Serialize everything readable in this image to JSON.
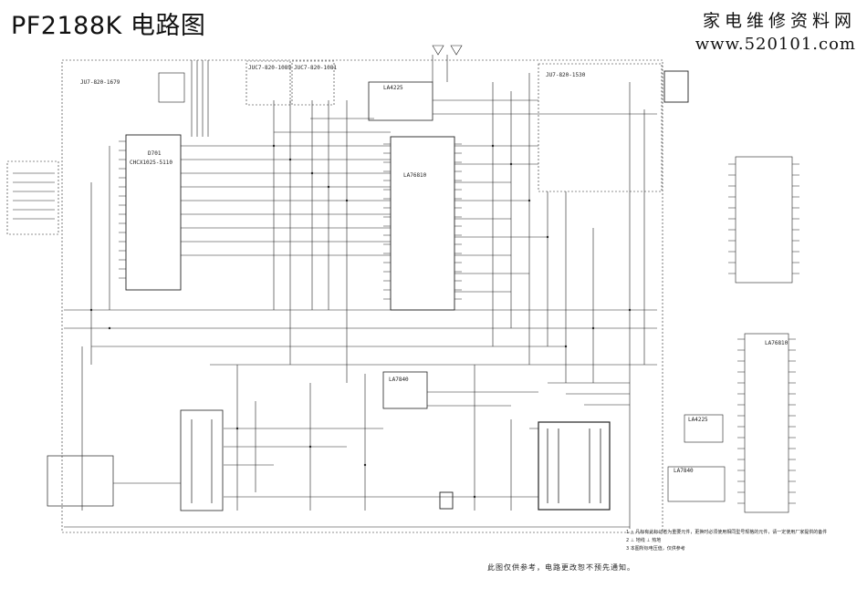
{
  "title": "PF2188K 电路图",
  "watermark": {
    "line1": "家电维修资料网",
    "line2": "www.520101.com"
  },
  "boards": {
    "main": "JU7-820-1679",
    "b1": "JUC7-820-1089",
    "b2": "JUC7-820-1081",
    "b3": "JU7-820-1530"
  },
  "components": {
    "cpu": "CHCX1025-5110",
    "cpu_ref": "D701",
    "jungle": "LA76810",
    "av_switch": "LA4225",
    "audio_amp": "LA7840",
    "detail_ic": "LA76810",
    "small_ic": "LA4225",
    "small_ic2": "LA7840"
  },
  "notes": {
    "n1": "1  △ 凡标有此标记者为重要元件，更换时必须使用相同型号规格的元件，请一定使用厂家提供的备件",
    "n2": "2  ⊥ 地线    ⊥ 热地",
    "n3": "3  本图所标电压值，仅供参考"
  },
  "footer": "此图仅供参考，电路更改恕不预先通知。"
}
